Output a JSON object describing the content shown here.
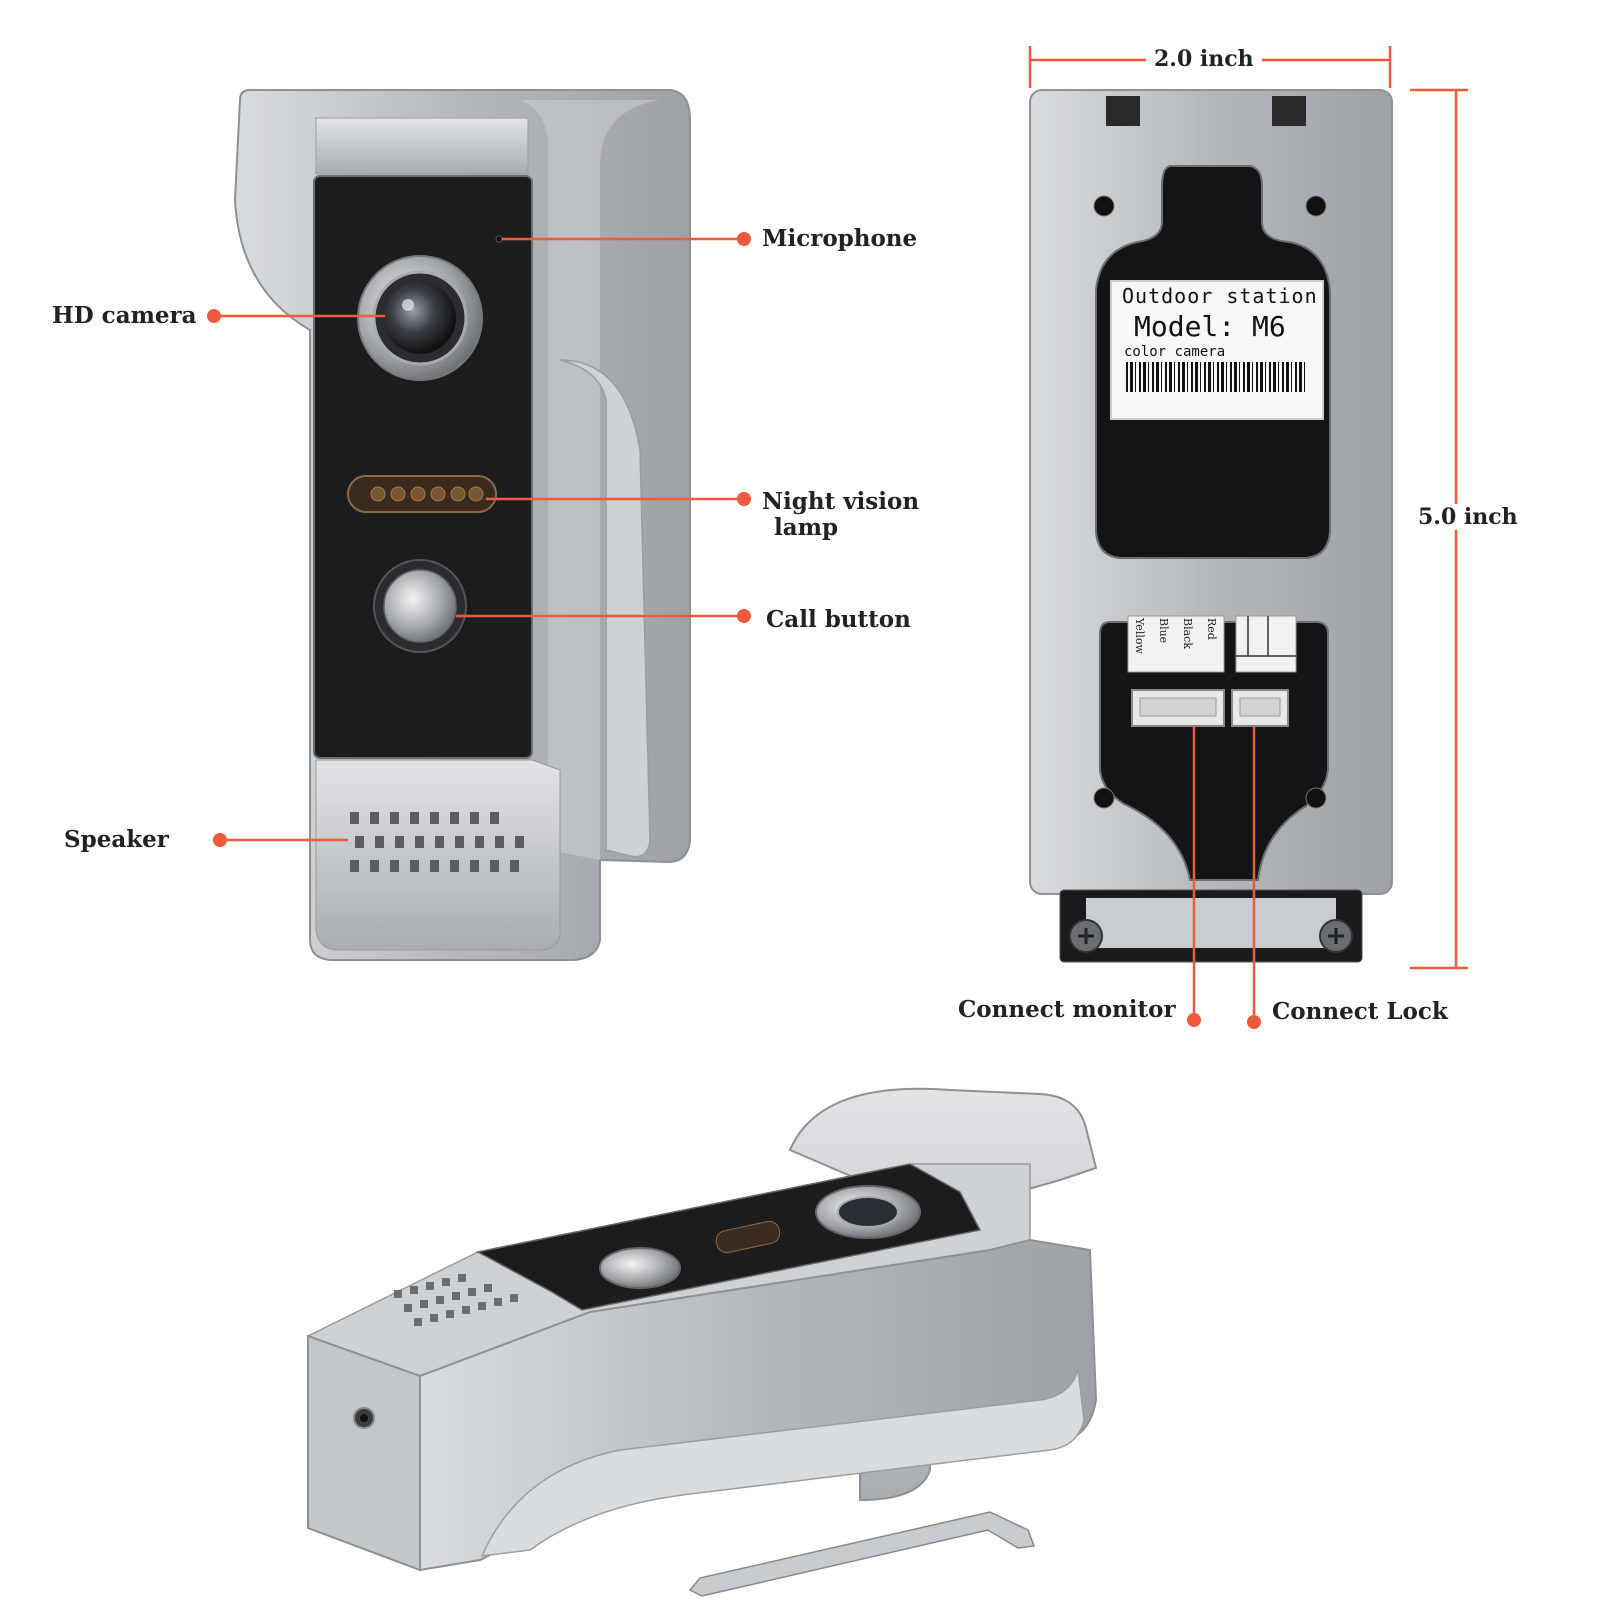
{
  "labels": {
    "microphone": "Microphone",
    "hd_camera": "HD camera",
    "night_vision_line1": "Night vision",
    "night_vision_line2": "lamp",
    "call_button": "Call button",
    "speaker": "Speaker",
    "connect_monitor": "Connect monitor",
    "connect_lock": "Connect Lock"
  },
  "dimensions": {
    "width": "2.0 inch",
    "height": "5.0 inch"
  },
  "sticker": {
    "line1": "Outdoor station",
    "line2": "Model: M6",
    "line3": "color camera"
  },
  "wire_labels": [
    "Yellow",
    "Blue",
    "Black",
    "Red"
  ],
  "colors": {
    "callout": "#ee5a3c",
    "dimension_line": "#ee5a3c",
    "housing": "#b8bcc0",
    "faceplate": "#1c1c1e"
  }
}
